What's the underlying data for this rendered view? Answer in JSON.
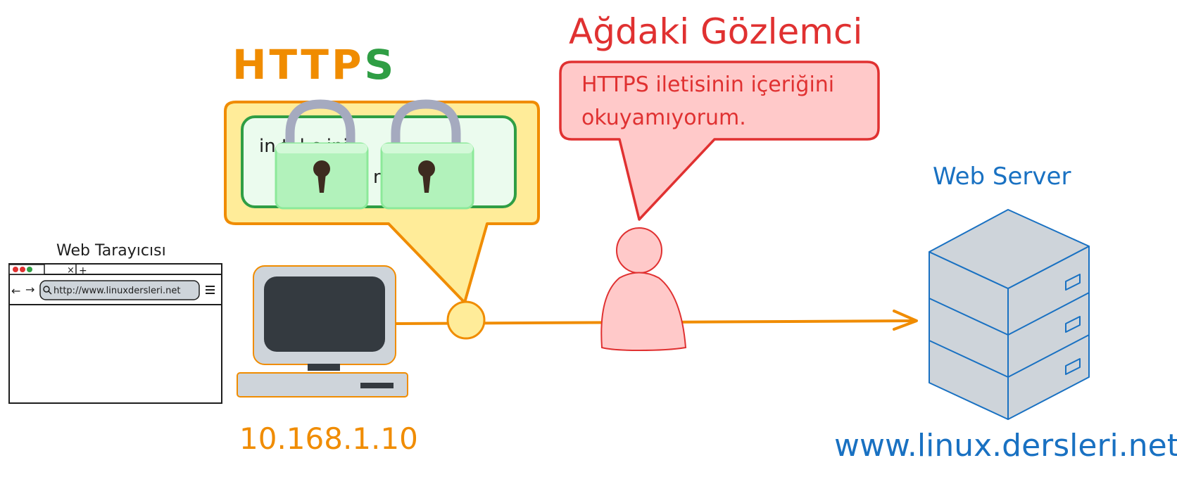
{
  "labels": {
    "https_prefix": "HTTP",
    "https_suffix": "S",
    "observer_title": "Ağdaki Gözlemci",
    "observer_speech_line1": "HTTPS iletisinin içeriğini",
    "observer_speech_line2": "okuyamıyorum.",
    "browser_title": "Web Tarayıcısı",
    "browser_url": "http://www.linuxdersleri.net",
    "browser_tab_close": "×",
    "browser_tab_new": "+",
    "server_title": "Web Server",
    "client_ip": "10.168.1.10",
    "server_domain": "www.linux.dersleri.net",
    "encrypted_text_line1": "in     tl    l      c   ini",
    "encrypted_text_line2": "nd"
  },
  "colors": {
    "orange": "#f08c00",
    "green": "#2f9e44",
    "red": "#e03131",
    "blue": "#1971c2",
    "yellow_fill": "#ffec99",
    "green_fill": "#ebfbee",
    "red_fill": "#ffc9c9",
    "server_fill": "#ced4da",
    "lock_fill": "#b2f2bb",
    "monitor_screen": "#343a40"
  },
  "icons": [
    "browser-window-icon",
    "computer-icon",
    "padlock-icon",
    "padlock-icon",
    "person-icon",
    "server-stack-icon",
    "arrow-right-icon"
  ]
}
